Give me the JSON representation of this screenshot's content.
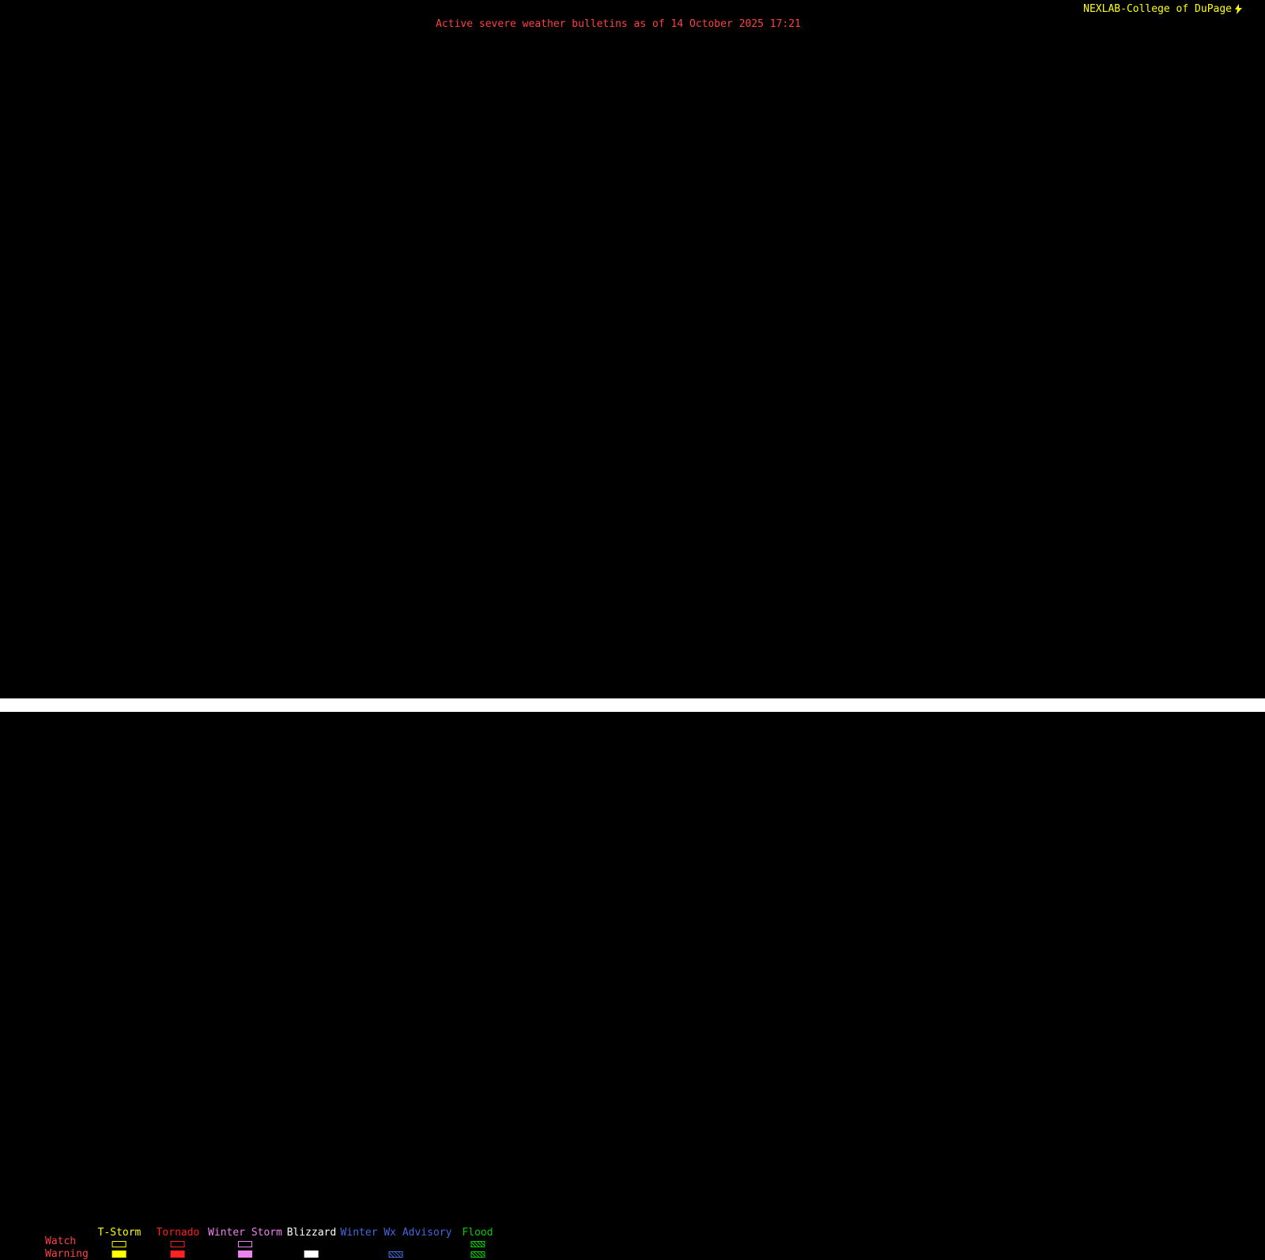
{
  "header": {
    "title": "Active severe weather bulletins as of 14 October 2025 17:21",
    "title_color": "#ff4040",
    "brand": "NEXLAB-College of DuPage",
    "brand_color": "#ffff00"
  },
  "colors": {
    "background": "#000000",
    "bottom_bar": "#ffffff"
  },
  "legend": {
    "row_labels": [
      "Watch",
      "Warning"
    ],
    "row_label_color": "#ff4040",
    "columns": [
      {
        "id": "t-storm",
        "label": "T-Storm",
        "color": "#ffff00",
        "watch": "outline",
        "warning": "fill"
      },
      {
        "id": "tornado",
        "label": "Tornado",
        "color": "#ff2020",
        "watch": "outline",
        "warning": "fill"
      },
      {
        "id": "winter-storm",
        "label": "Winter Storm",
        "color": "#ee82ee",
        "watch": "outline",
        "warning": "fill"
      },
      {
        "id": "blizzard",
        "label": "Blizzard",
        "color": "#ffffff",
        "watch": "none",
        "warning": "fill"
      },
      {
        "id": "winter-wx-advisory",
        "label": "Winter Wx Advisory",
        "color": "#4169e1",
        "watch": "none",
        "warning": "hatch"
      },
      {
        "id": "flood",
        "label": "Flood",
        "color": "#00cc00",
        "watch": "hatch",
        "warning": "hatch"
      }
    ]
  }
}
